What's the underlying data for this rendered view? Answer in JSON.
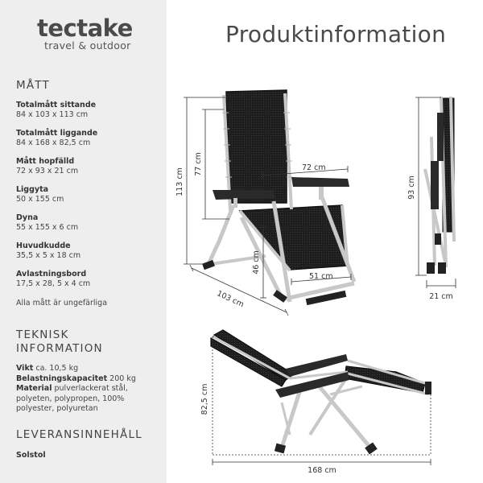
{
  "brand": {
    "name": "tectake",
    "tagline": "travel & outdoor"
  },
  "title": "Produktinformation",
  "measurements": {
    "heading": "MÅTT",
    "items": [
      {
        "label": "Totalmått sittande",
        "value": "84 x 103 x 113 cm"
      },
      {
        "label": "Totalmått liggande",
        "value": "84 x 168 x 82,5 cm"
      },
      {
        "label": "Mått hopfälld",
        "value": "72 x 93 x 21 cm"
      },
      {
        "label": "Liggyta",
        "value": "50 x 155 cm"
      },
      {
        "label": "Dyna",
        "value": "55 x 155 x 6 cm"
      },
      {
        "label": "Huvudkudde",
        "value": "35,5 x 5 x 18 cm"
      },
      {
        "label": "Avlastningsbord",
        "value": "17,5 x 28, 5 x 4 cm"
      }
    ],
    "note": "Alla mått är ungefärliga"
  },
  "technical": {
    "heading_line1": "TEKNISK",
    "heading_line2": "INFORMATION",
    "weight_label": "Vikt",
    "weight_value": "ca. 10,5 kg",
    "capacity_label": "Belastningskapacitet",
    "capacity_value": "200 kg",
    "material_label": "Material",
    "material_value": "pulverlackerat stål, polyeten, polypropen, 100% polyester, polyuretan"
  },
  "delivery": {
    "heading": "LEVERANSINNEHÅLL",
    "item": "Solstol"
  },
  "dimensions": {
    "seated_height": "113 cm",
    "back_height": "77 cm",
    "arm_width": "72 cm",
    "seat_height": "46 cm",
    "seat_width": "51 cm",
    "depth": "103 cm",
    "folded_height": "93 cm",
    "folded_depth": "21 cm",
    "lying_height": "82,5 cm",
    "lying_length": "168 cm"
  },
  "colors": {
    "sidebar": "#eeeeee",
    "text": "#4a4a4a",
    "frame": "#c8c8c8",
    "mesh": "#1e1e1e"
  }
}
